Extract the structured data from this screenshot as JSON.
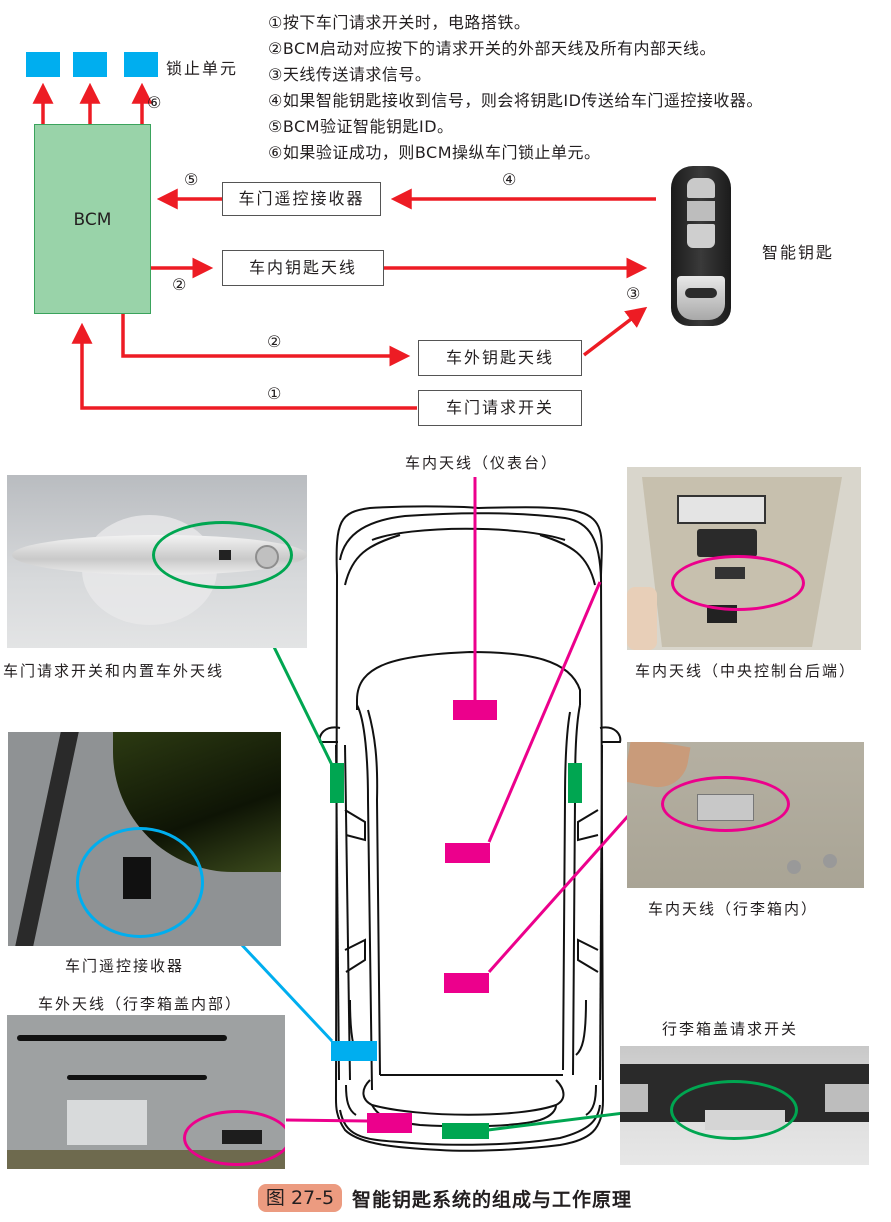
{
  "steps": [
    "①按下车门请求开关时，电路搭铁。",
    "②BCM启动对应按下的请求开关的外部天线及所有内部天线。",
    "③天线传送请求信号。",
    "④如果智能钥匙接收到信号，则会将钥匙ID传送给车门遥控接收器。",
    "⑤BCM验证智能钥匙ID。",
    "⑥如果验证成功，则BCM操纵车门锁止单元。"
  ],
  "flow": {
    "bcm_label": "BCM",
    "lock_unit_label": "锁止单元",
    "smart_key_label": "智能钥匙",
    "boxes": {
      "receiver": "车门遥控接收器",
      "inner_antenna": "车内钥匙天线",
      "outer_antenna": "车外钥匙天线",
      "request_switch": "车门请求开关"
    },
    "markers": {
      "m1": "①",
      "m2a": "②",
      "m2b": "②",
      "m3": "③",
      "m4": "④",
      "m5": "⑤",
      "m6": "⑥"
    }
  },
  "layout_labels": {
    "dashboard_antenna": "车内天线（仪表台）",
    "door_handle": "车门请求开关和内置车外天线",
    "console_antenna": "车内天线（中央控制台后端）",
    "trunk_antenna": "车内天线（行李箱内）",
    "door_receiver": "车门遥控接收器",
    "trunk_lid_antenna": "车外天线（行李箱盖内部）",
    "trunk_switch": "行李箱盖请求开关"
  },
  "caption": {
    "figure_number": "图 27-5",
    "title": "智能钥匙系统的组成与工作原理"
  },
  "colors": {
    "arrow_red": "#ed1c24",
    "bcm_green": "#99d3a9",
    "lock_blue": "#00aeef",
    "magenta": "#ec008c",
    "green": "#00a651",
    "cyan": "#00aeef",
    "badge": "#ec9b80"
  }
}
